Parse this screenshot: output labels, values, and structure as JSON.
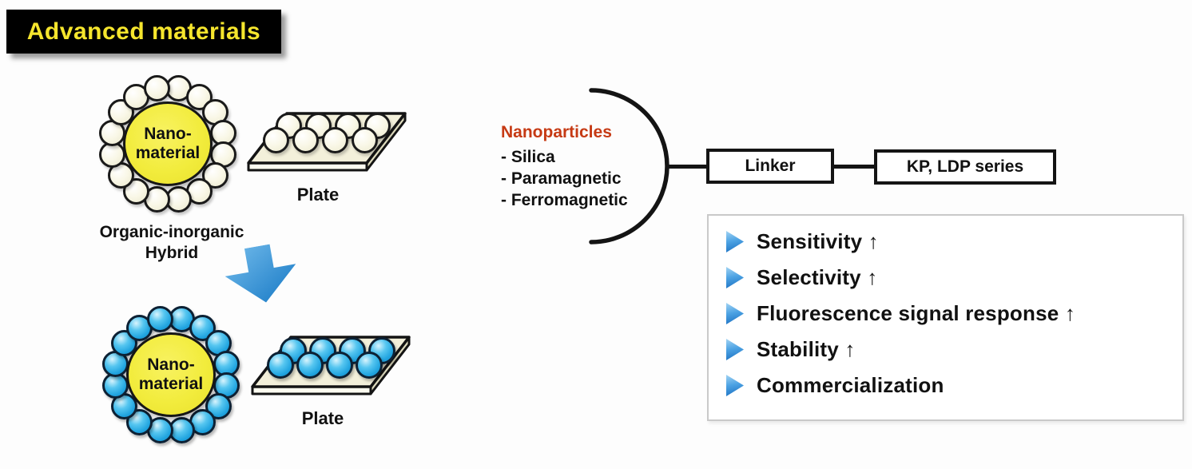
{
  "title": "Advanced materials",
  "organic_hybrid": {
    "core_line1": "Nano-",
    "core_line2": "material",
    "caption_line1": "Organic-inorganic",
    "caption_line2": "Hybrid",
    "plate_label": "Plate"
  },
  "nano_hybrid": {
    "core_line1": "Nano-",
    "core_line2": "material",
    "plate_label": "Plate"
  },
  "nanoparticles": {
    "heading": "Nanoparticles",
    "items": [
      "- Silica",
      "- Paramagnetic",
      "- Ferromagnetic"
    ]
  },
  "flow": {
    "linker_label": "Linker",
    "series_label": "KP, LDP series"
  },
  "benefits": {
    "items": [
      "Sensitivity ↑",
      "Selectivity ↑",
      "Fluorescence signal response ↑",
      "Stability ↑",
      "Commercialization"
    ]
  },
  "colors": {
    "title_bg": "#000000",
    "title_text": "#f5e52d",
    "core_yellow": "#f2ec3d",
    "cream_sphere": "#f9f7e6",
    "blue_sphere": "#29b0e6",
    "arrow_blue": "#2b8fd6",
    "nanoparticles_heading": "#c63a14",
    "bullet_blue": "#2b82d0",
    "outline_black": "#141414"
  }
}
